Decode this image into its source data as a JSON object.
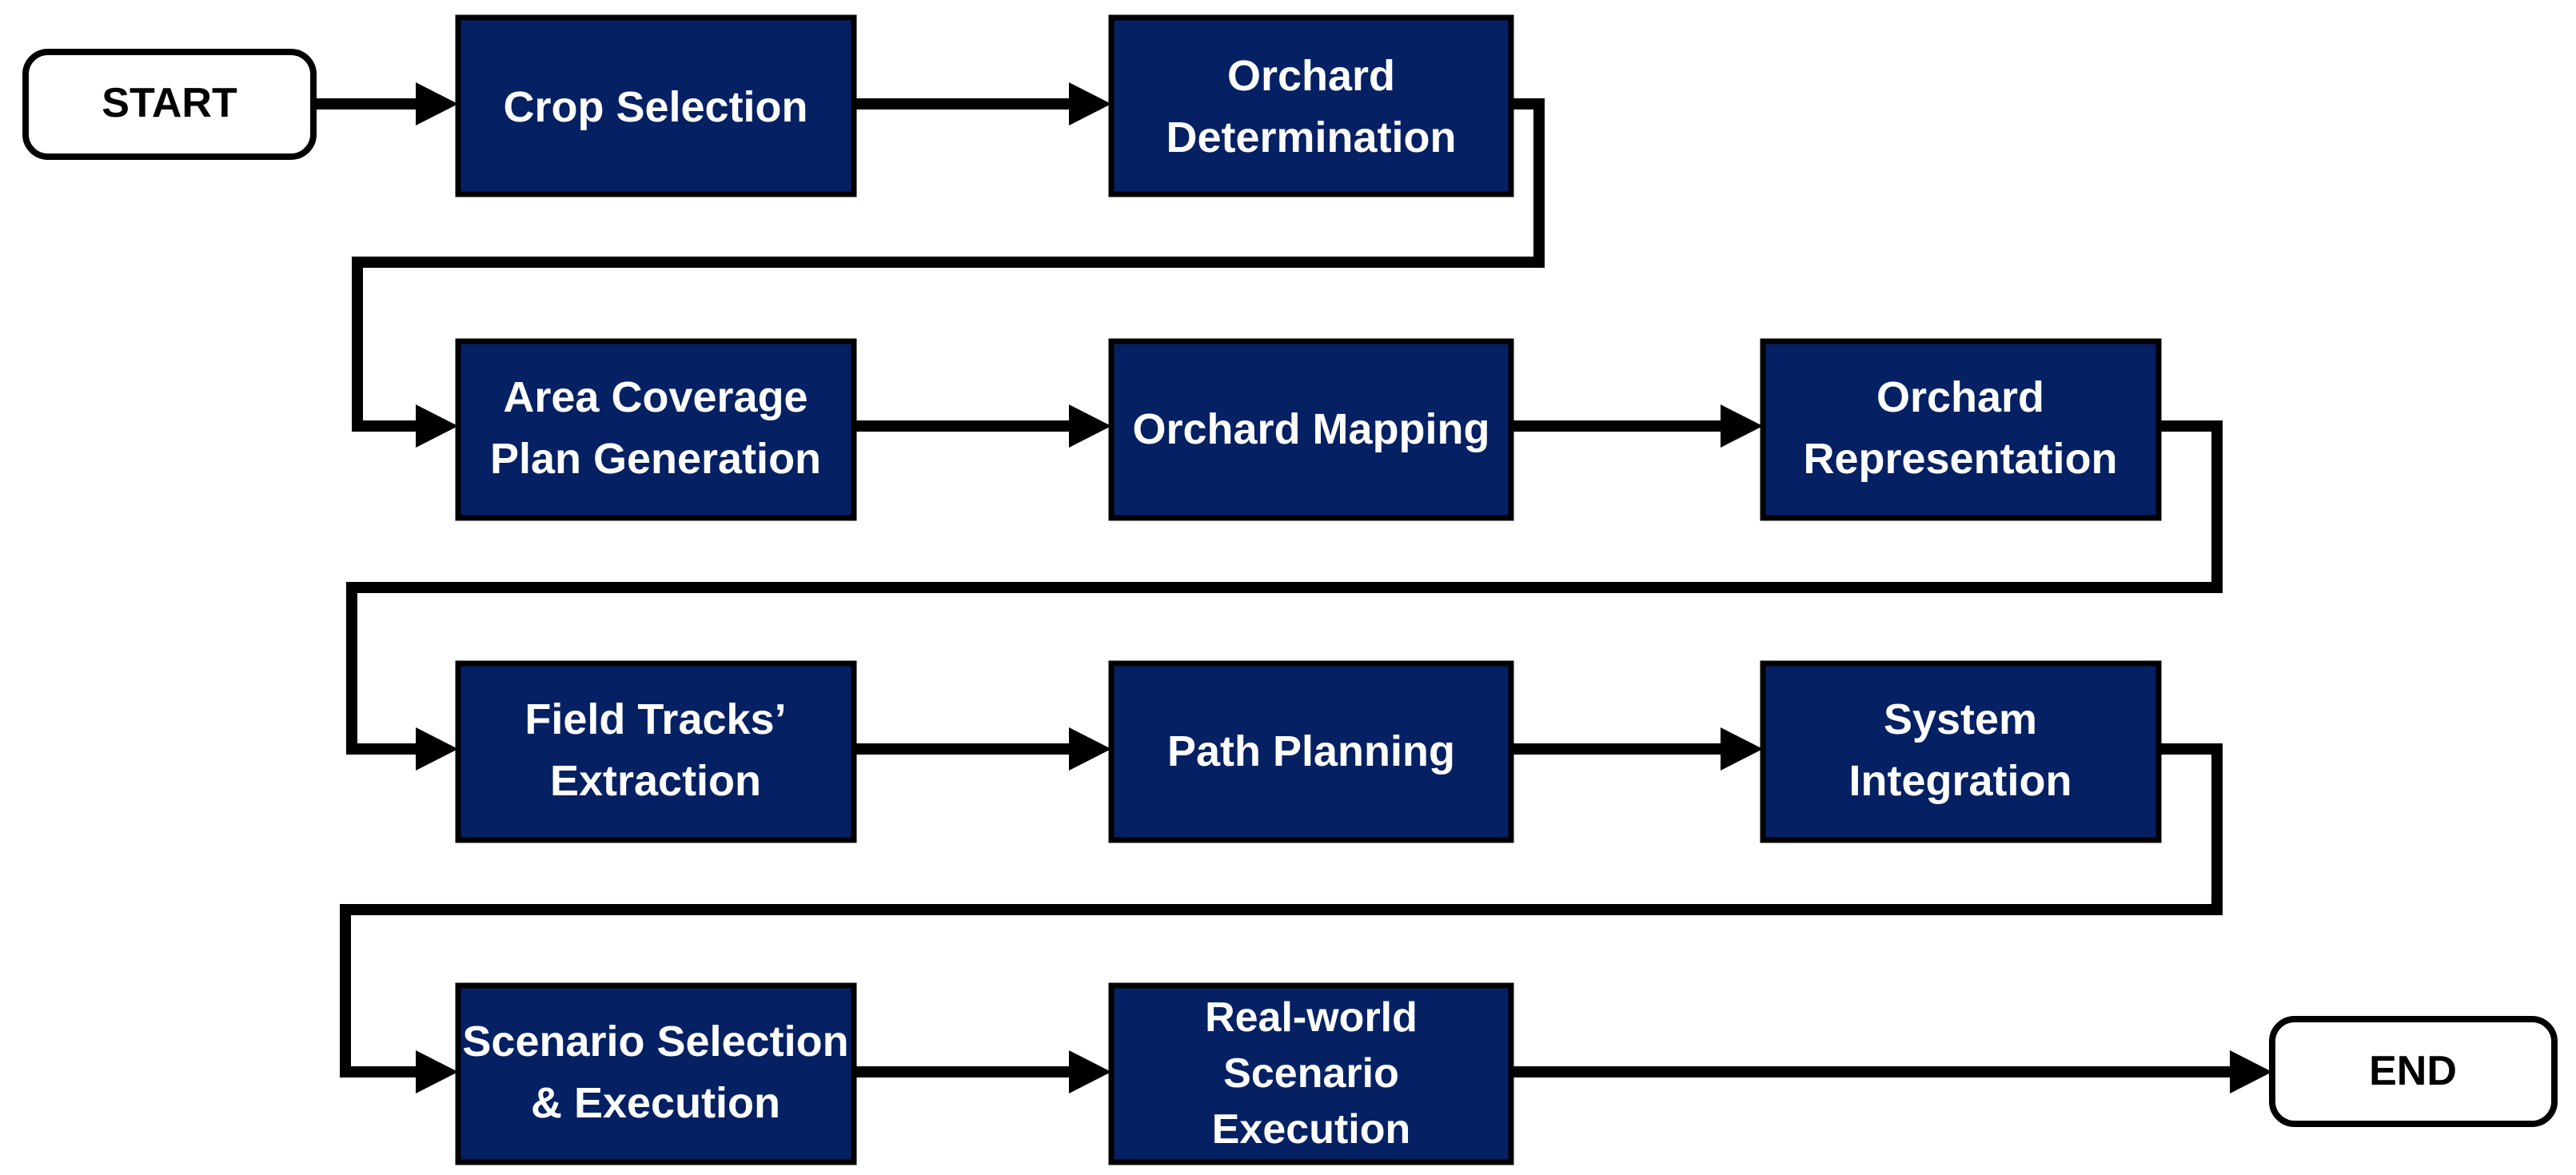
{
  "diagram": {
    "title": "Orchard Robot Workflow Flowchart",
    "background_color": "#ffffff",
    "node_fill_color": "#052164",
    "node_border_color": "#000000",
    "node_text_color": "#ffffff",
    "terminal_fill_color": "#ffffff",
    "terminal_text_color": "#000000",
    "connector_color": "#000000"
  },
  "nodes": {
    "start": {
      "label": "START",
      "shape": "rounded-terminal"
    },
    "crop_selection": {
      "label": "Crop Selection",
      "shape": "process"
    },
    "orchard_determination": {
      "line1": "Orchard",
      "line2": "Determination",
      "shape": "process"
    },
    "area_coverage": {
      "line1": "Area Coverage",
      "line2": "Plan Generation",
      "shape": "process"
    },
    "orchard_mapping": {
      "label": "Orchard Mapping",
      "shape": "process"
    },
    "orchard_representation": {
      "line1": "Orchard",
      "line2": "Representation",
      "shape": "process"
    },
    "field_tracks": {
      "line1": "Field Tracks’",
      "line2": "Extraction",
      "shape": "process"
    },
    "path_planning": {
      "label": "Path Planning",
      "shape": "process"
    },
    "system_integration": {
      "line1": "System",
      "line2": "Integration",
      "shape": "process"
    },
    "scenario_selection": {
      "line1": "Scenario Selection",
      "line2": "& Execution",
      "shape": "process"
    },
    "realworld_execution": {
      "line1": "Real-world",
      "line2": "Scenario",
      "line3": "Execution",
      "shape": "process"
    },
    "end": {
      "label": "END",
      "shape": "rounded-terminal"
    }
  },
  "flow_order": [
    "START",
    "Crop Selection",
    "Orchard Determination",
    "Area Coverage Plan Generation",
    "Orchard Mapping",
    "Orchard Representation",
    "Field Tracks’ Extraction",
    "Path Planning",
    "System Integration",
    "Scenario Selection & Execution",
    "Real-world Scenario Execution",
    "END"
  ]
}
